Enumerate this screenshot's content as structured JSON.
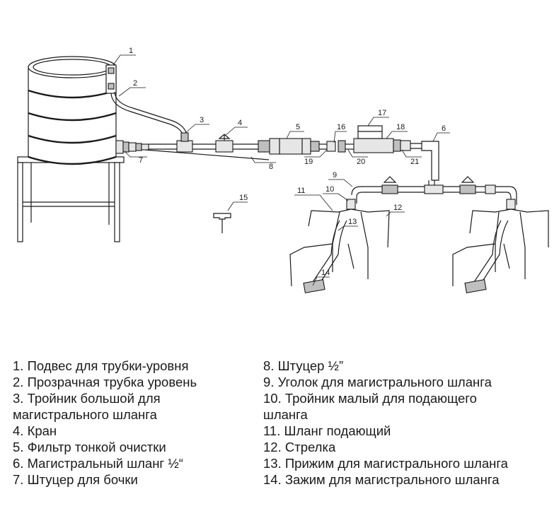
{
  "callout_numbers": [
    "1",
    "2",
    "3",
    "4",
    "5",
    "6",
    "7",
    "8",
    "9",
    "10",
    "11",
    "12",
    "13",
    "14",
    "15",
    "16",
    "17",
    "18",
    "19",
    "20",
    "21"
  ],
  "legend_left": [
    "1. Подвес для трубки-уровня",
    "2. Прозрачная трубка уровень",
    "3. Тройник большой для",
    "магистрального шланга",
    "4. Кран",
    "5. Фильтр тонкой очистки",
    "6. Магистральный шланг ½“",
    "7. Штуцер для бочки"
  ],
  "legend_right": [
    "8. Штуцер ½”",
    "9. Уголок для магистрального шланга",
    "10. Тройник малый для подающего",
    "шланга",
    "11. Шланг подающий",
    "12. Стрелка",
    "13. Прижим для магистрального шланга",
    "14. Зажим для магистрального шланга"
  ]
}
